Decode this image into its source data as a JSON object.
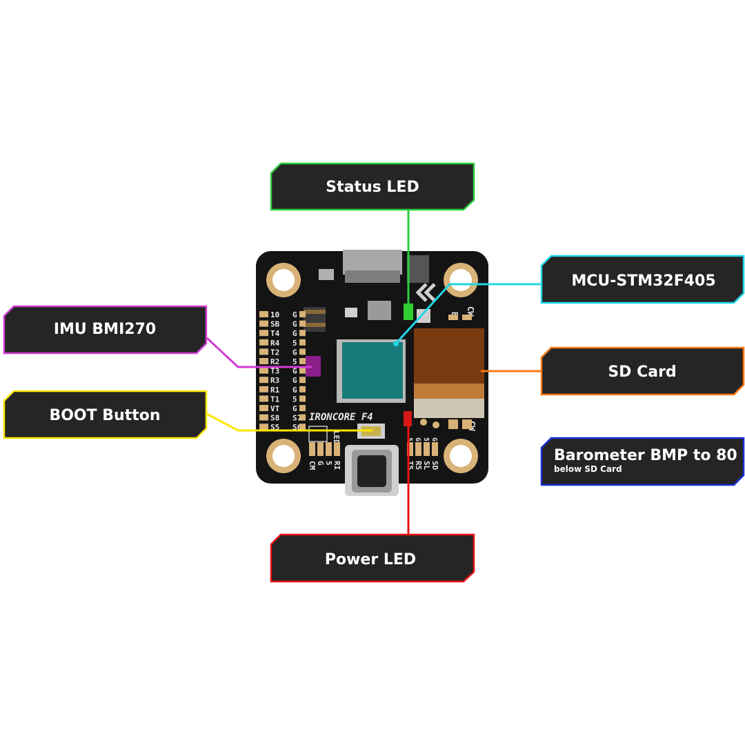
{
  "board": {
    "brand": "IRONCORE F4",
    "left_pads": [
      "10",
      "SB",
      "T4",
      "R4",
      "T2",
      "R2",
      "T3",
      "R3",
      "R1",
      "T1",
      "VT",
      "S8",
      "S5"
    ],
    "left_ground": [
      "G",
      "G",
      "G",
      "5",
      "G",
      "5",
      "G",
      "G",
      "G",
      "5",
      "G",
      "S7",
      "S6"
    ],
    "bottom_left_pads": [
      "CM",
      "G",
      "5",
      "RI"
    ],
    "bottom_right_pads": [
      "T5",
      "R5",
      "SL",
      "SD"
    ],
    "bottom_right_top": [
      "5",
      "G",
      "5",
      "G"
    ],
    "led_text": "LED"
  },
  "callouts": [
    {
      "id": "status-led",
      "text": "Status LED",
      "color": "#2ecc40"
    },
    {
      "id": "mcu",
      "text": "MCU-STM32F405",
      "color": "#1fd6e6"
    },
    {
      "id": "imu",
      "text": "IMU BMI270",
      "color": "#d23bd6"
    },
    {
      "id": "sd-card",
      "text": "SD Card",
      "color": "#ff7a12"
    },
    {
      "id": "boot",
      "text": "BOOT Button",
      "color": "#ffe600"
    },
    {
      "id": "baro",
      "text": "Barometer BMP to 80",
      "subtext": "below SD Card",
      "color": "#1a2fd6"
    },
    {
      "id": "power-led",
      "text": "Power LED",
      "color": "#ee1111"
    }
  ]
}
